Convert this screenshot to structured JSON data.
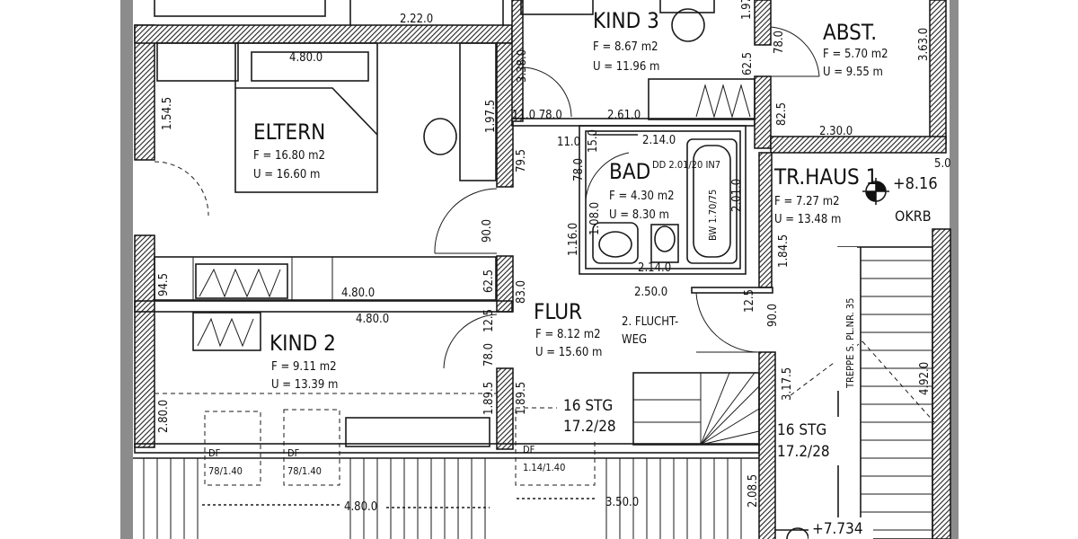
{
  "rooms": {
    "kind3": {
      "name": "KIND 3",
      "area": "F =  8.67 m2",
      "perimeter": "U =  11.96 m"
    },
    "abst": {
      "name": "ABST.",
      "area": "F = 5.70 m2",
      "perimeter": "U =  9.55 m"
    },
    "eltern": {
      "name": "ELTERN",
      "area": "F = 16.80 m2",
      "perimeter": "U = 16.60 m"
    },
    "bad": {
      "name": "BAD",
      "area": "F = 4.30 m2",
      "perimeter": "U = 8.30 m",
      "note": "DD 2.01/20 IN7",
      "tub": "BW 1.70/75"
    },
    "trhaus": {
      "name": "TR.HAUS 1",
      "area": "F =  7.27 m2",
      "perimeter": "U = 13.48 m",
      "level": "+8.16",
      "level_note": "OKRB"
    },
    "flur": {
      "name": "FLUR",
      "area": "F =  8.12 m2",
      "perimeter": "U = 15.60 m",
      "escape1": "2. FLUCHT-",
      "escape2": "WEG"
    },
    "kind2": {
      "name": "KIND 2",
      "area": "F =  9.11 m2",
      "perimeter": "U = 13.39 m"
    }
  },
  "dimensions": {
    "d_2_22": "2.22.0",
    "d_4_80_top": "4.80.0",
    "d_1_54_5": "1.54.5",
    "d_3_38": "3.38.0",
    "d_1_97_5": "1.97.5",
    "d_1_97": "1.97",
    "d_78_top": "78.0",
    "d_3_63": "3.63.0",
    "d_62_5_top": "62.5",
    "d_82_5": "82.5",
    "d_2_30": "2.30.0",
    "d_11_78": "11.0 78.0",
    "d_2_61": "2.61.0",
    "d_11": "11.0",
    "d_15": "15.0",
    "d_2_14_top": "2.14.0",
    "d_5_0": "5.0",
    "d_79_5": "79.5",
    "d_78_bad": "78.0",
    "d_2_01": "2.01.0",
    "d_1_08": "1.08.0",
    "d_1_16": "1.16.0",
    "d_90_0": "90.0",
    "d_1_84_5": "1.84.5",
    "d_2_14_bot": "2.14.0",
    "d_94_5": "94.5",
    "d_4_80_mid": "4.80.0",
    "d_62_5_mid": "62.5",
    "d_83": "83.0",
    "d_2_50": "2.50.0",
    "d_12_5": "12.5",
    "d_90_flur": "90.0",
    "d_4_80_kind2": "4.80.0",
    "d_12_5b": "12.5",
    "d_78_kind2": "78.0",
    "d_3_17_5": "3.17.5",
    "d_2_80": "2.80.0",
    "d_1_89_5a": "1.89.5",
    "d_1_89_5b": "1.89.5",
    "d_4_92": "4.92.0",
    "d_4_80_bot": "4.80.0",
    "d_3_50": "3.50.0",
    "d_2_08_5": "2.08.5"
  },
  "stairs": {
    "stair1_steps": "16 STG",
    "stair1_ratio": "17.2/28",
    "stair2_steps": "16 STG",
    "stair2_ratio": "17.2/28",
    "treppe_label": "TREPPE S. PL.NR. 35",
    "bottom_level": "+7.734"
  },
  "skylights": {
    "df1_label": "DF",
    "df1_size": "78/1.40",
    "df2_label": "DF",
    "df2_size": "78/1.40",
    "df3_label": "DF",
    "df3_size": "1.14/1.40"
  },
  "colors": {
    "background": "#ffffff",
    "ink": "#1a1a1a",
    "frame": "#8c8c8c"
  }
}
